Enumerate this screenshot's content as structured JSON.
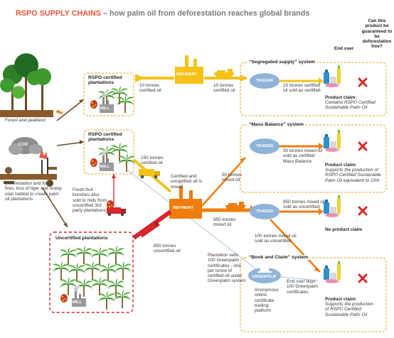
{
  "title": {
    "part1": "RSPO SUPPLY CHAINS",
    "part2": " – how palm oil from deforestation reaches global brands"
  },
  "headers": {
    "end_user": "End user",
    "guarantee": "Can this product be guaranteed to be deforestation free?"
  },
  "left": {
    "forest": "Forest and peatland",
    "co2": "CO2",
    "deforestation": "Deforestation and forest fires, loss of tiger and orang-utan habitat to create palm oil plantations"
  },
  "plantations": {
    "certified_1": "RSPO certified plantations",
    "certified_2": "RSPO certified plantations",
    "uncertified": "Uncertified plantations",
    "mill": "MILL",
    "fresh_fruit": "Fresh fruit bunches also sold to mills from uncertified 3rd party plantations"
  },
  "refinery_label": "REFINERY",
  "trader_label": "TRADER",
  "greenpalm_label": "GREENPALM",
  "flows": {
    "f1": "10 tonnes certified oil",
    "f2": "10 tonnes certified oil",
    "f3": "150 tonnes certified oil",
    "f4": "Certified and uncertified oil is mixed",
    "f5": "50 tonnes mixed oil",
    "f6": "950 tonnes mixed oil",
    "f7": "850 tonnes uncertified oil"
  },
  "systems": {
    "segregated": {
      "name": "“Segregated supply” system",
      "sold": "10 tonnes certified oil sold as certified",
      "claim_head": "Product claim:",
      "claim_body": "Contains RSPO Certified Sustainable Palm Oil"
    },
    "mass_balance": {
      "name": "“Mass Balance” system",
      "sold": "50 tonnes mixed oil sold as certified Mass Balance",
      "claim_head": "Product claim:",
      "claim_body": "Supports the production of RSPO Certified Sustainable Palm Oil equivalent to 15%"
    },
    "uncertified": {
      "sold1": "850 tonnes mixed oil sold as uncertified",
      "sold2": "100 tonnes mixed oil sold as uncertified",
      "claim": "No product claim"
    },
    "book_claim": {
      "name": "“Book and Claim” system",
      "sells": "Plantation sells 100 Greenpalm certificates - one per tonne of certified oil under Greenpalm system",
      "platform": "Anonymous online certificate trading platform",
      "buys": "End user buys 100 Greenpalm certificates",
      "claim_head": "Product claim:",
      "claim_body": "Supports the production of RSPO Certified Sustainable Palm Oil"
    }
  },
  "colors": {
    "title_red": "#e8553d",
    "flow_yellow": "#f6c21a",
    "flow_orange": "#ef7d0e",
    "flow_red": "#d8262b",
    "trader_blue": "#8fb3d9",
    "system_box": "#f2b44a",
    "cross_red": "#d8262b"
  }
}
